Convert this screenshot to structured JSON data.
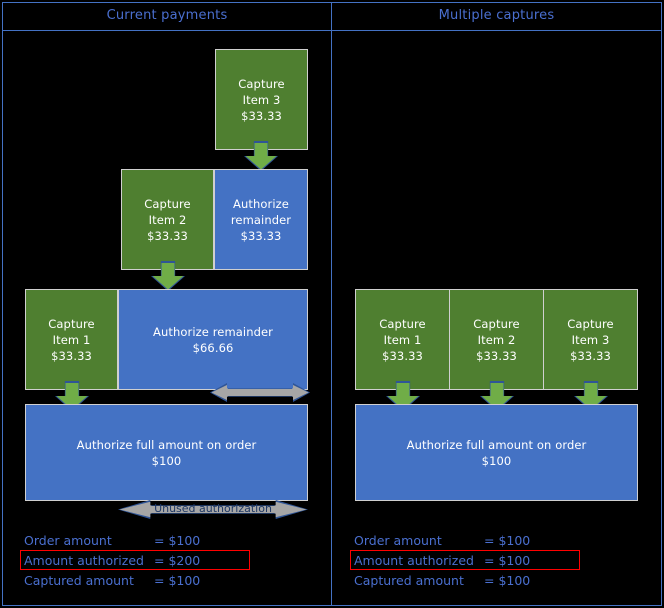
{
  "panels": [
    {
      "id": "current-payments",
      "title": "Current payments",
      "boxes": [
        {
          "name": "capture-item-3",
          "kind": "green",
          "lines": [
            "Capture",
            "Item 3",
            "$33.33"
          ]
        },
        {
          "name": "capture-item-2",
          "kind": "green",
          "lines": [
            "Capture",
            "Item 2",
            "$33.33"
          ]
        },
        {
          "name": "authorize-remainder-33",
          "kind": "blue",
          "lines": [
            "Authorize",
            "remainder",
            "$33.33"
          ]
        },
        {
          "name": "capture-item-1",
          "kind": "green",
          "lines": [
            "Capture",
            "Item 1",
            "$33.33"
          ]
        },
        {
          "name": "authorize-remainder-66",
          "kind": "blue",
          "lines": [
            "Authorize remainder",
            "$66.66"
          ]
        },
        {
          "name": "authorize-full-amount",
          "kind": "blue",
          "lines": [
            "Authorize full amount on order",
            "$100"
          ]
        }
      ],
      "unused_authorization_label": "Unused authorization",
      "legend": [
        {
          "label": "Order amount",
          "value": "= $100",
          "highlighted": false
        },
        {
          "label": "Amount authorized",
          "value": "= $200",
          "highlighted": true
        },
        {
          "label": "Captured amount",
          "value": "= $100",
          "highlighted": false
        }
      ]
    },
    {
      "id": "multiple-captures",
      "title": "Multiple captures",
      "boxes": [
        {
          "name": "capture-item-1",
          "kind": "green",
          "lines": [
            "Capture",
            "Item 1",
            "$33.33"
          ]
        },
        {
          "name": "capture-item-2",
          "kind": "green",
          "lines": [
            "Capture",
            "Item 2",
            "$33.33"
          ]
        },
        {
          "name": "capture-item-3",
          "kind": "green",
          "lines": [
            "Capture",
            "Item 3",
            "$33.33"
          ]
        },
        {
          "name": "authorize-full-amount",
          "kind": "blue",
          "lines": [
            "Authorize full amount on order",
            "$100"
          ]
        }
      ],
      "legend": [
        {
          "label": "Order amount",
          "value": "= $100",
          "highlighted": false
        },
        {
          "label": "Amount authorized",
          "value": "= $100",
          "highlighted": true
        },
        {
          "label": "Captured amount",
          "value": "= $100",
          "highlighted": false
        }
      ]
    }
  ],
  "colors": {
    "background": "#000000",
    "frame": "#4472C4",
    "capture_green": "#4F7F30",
    "authorize_blue": "#4472C4",
    "arrow_green": "#70AD47",
    "arrow_gray": "#A6A6A6",
    "highlight_red": "#FF0000",
    "text_blue": "#4A6FD0"
  },
  "text": {
    "left_boxes": {
      "capture3_l1": "Capture",
      "capture3_l2": "Item 3",
      "capture3_l3": "$33.33",
      "capture2_l1": "Capture",
      "capture2_l2": "Item 2",
      "capture2_l3": "$33.33",
      "auth33_l1": "Authorize",
      "auth33_l2": "remainder",
      "auth33_l3": "$33.33",
      "capture1_l1": "Capture",
      "capture1_l2": "Item 1",
      "capture1_l3": "$33.33",
      "auth66_l1": "Authorize remainder",
      "auth66_l2": "$66.66",
      "authfull_l1": "Authorize full amount on order",
      "authfull_l2": "$100",
      "unused": "Unused authorization"
    },
    "right_boxes": {
      "capture1_l1": "Capture",
      "capture1_l2": "Item 1",
      "capture1_l3": "$33.33",
      "capture2_l1": "Capture",
      "capture2_l2": "Item 2",
      "capture2_l3": "$33.33",
      "capture3_l1": "Capture",
      "capture3_l2": "Item 3",
      "capture3_l3": "$33.33",
      "authfull_l1": "Authorize full amount on order",
      "authfull_l2": "$100"
    }
  }
}
